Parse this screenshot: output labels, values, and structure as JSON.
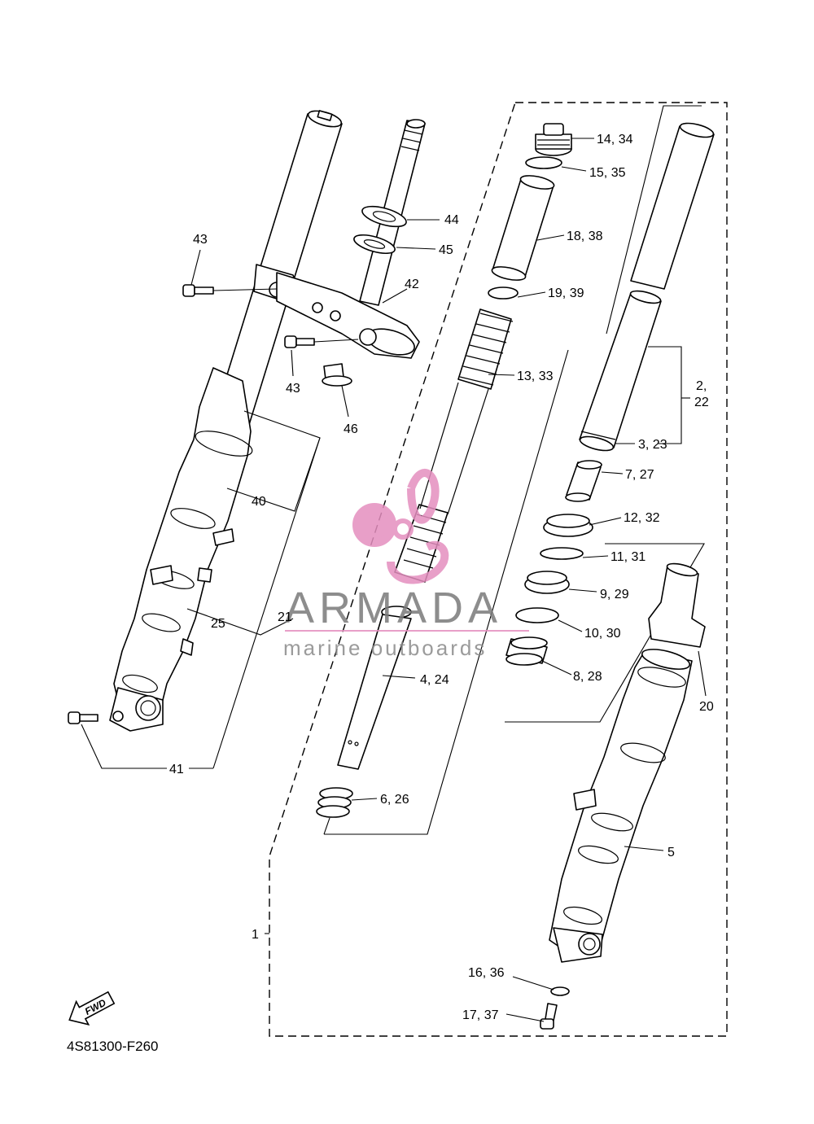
{
  "diagram_code": "4S81300-F260",
  "fwd_label": "FWD",
  "watermark": {
    "brand": "ARMADA",
    "tagline": "marine outboards",
    "logo_color": "#e48fbf"
  },
  "labels": {
    "p1": "1",
    "p2_22_top": "2,",
    "p2_22_bot": "22",
    "p3_23": "3, 23",
    "p4_24": "4, 24",
    "p5": "5",
    "p6_26": "6, 26",
    "p7_27": "7, 27",
    "p8_28": "8, 28",
    "p9_29": "9, 29",
    "p10_30": "10, 30",
    "p11_31": "11, 31",
    "p12_32": "12, 32",
    "p13_33": "13, 33",
    "p14_34": "14, 34",
    "p15_35": "15, 35",
    "p16_36": "16, 36",
    "p17_37": "17, 37",
    "p18_38": "18, 38",
    "p19_39": "19, 39",
    "p20": "20",
    "p21": "21",
    "p25": "25",
    "p40": "40",
    "p41": "41",
    "p42": "42",
    "p43a": "43",
    "p43b": "43",
    "p44": "44",
    "p45": "45",
    "p46": "46"
  }
}
